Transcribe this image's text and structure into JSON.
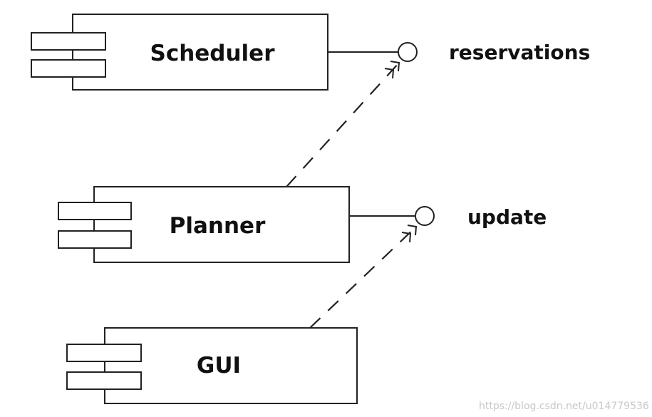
{
  "components": [
    {
      "id": "scheduler",
      "name": "Scheduler"
    },
    {
      "id": "planner",
      "name": "Planner"
    },
    {
      "id": "gui",
      "name": "GUI"
    }
  ],
  "interfaces": [
    {
      "id": "reservations",
      "name": "reservations",
      "provided_by": "scheduler"
    },
    {
      "id": "update",
      "name": "update",
      "provided_by": "planner"
    }
  ],
  "dependencies": [
    {
      "from": "planner",
      "to": "reservations"
    },
    {
      "from": "gui",
      "to": "update"
    }
  ],
  "watermark": "https://blog.csdn.net/u014779536"
}
